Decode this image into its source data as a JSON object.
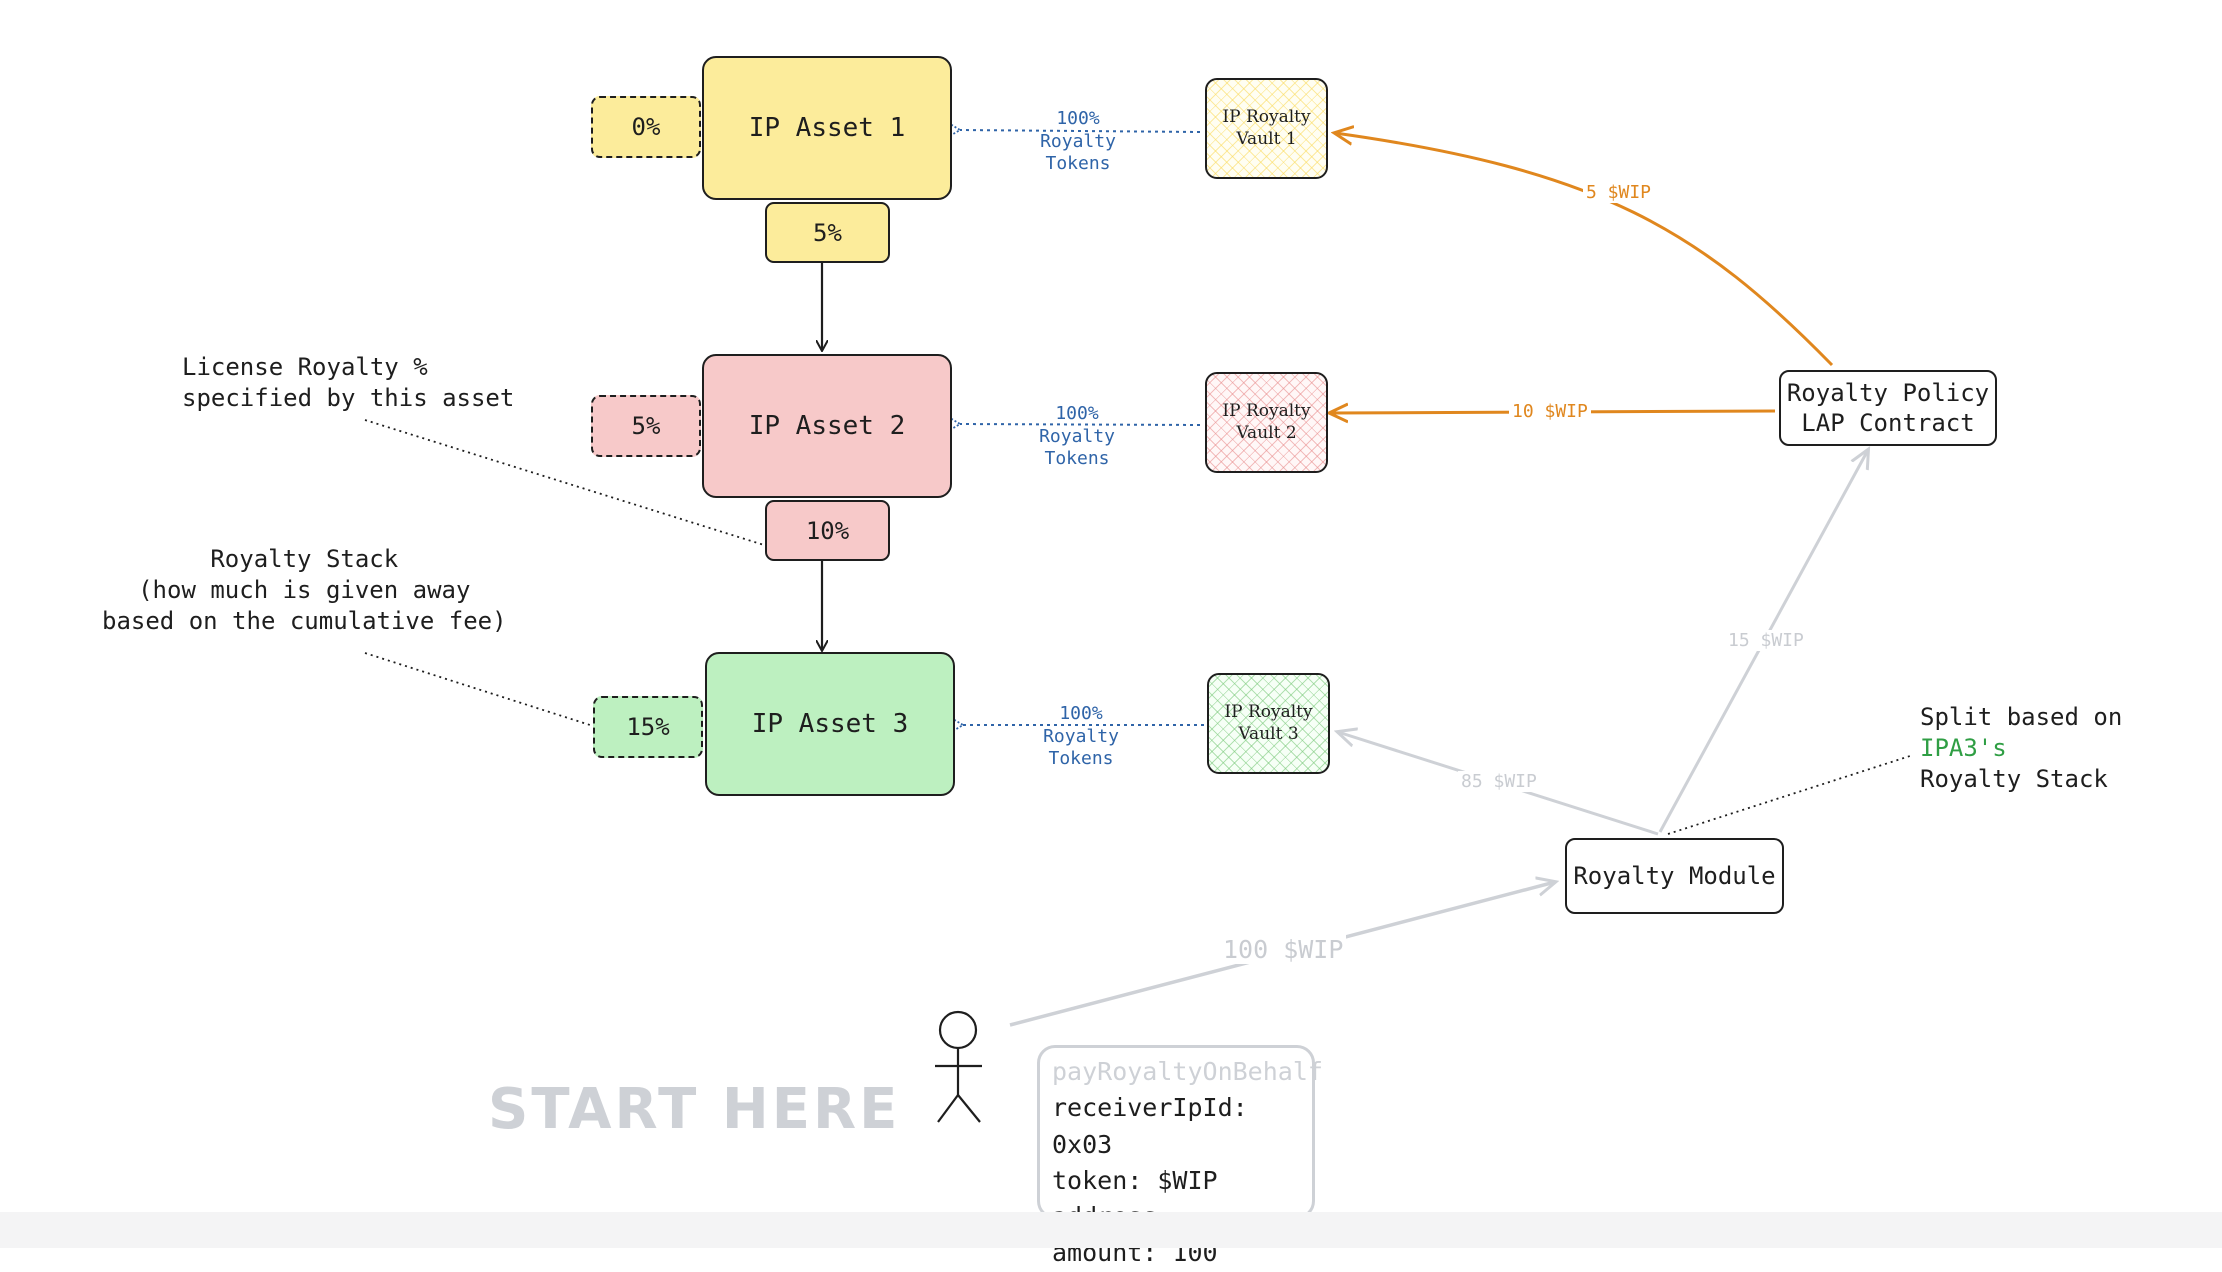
{
  "assets": [
    {
      "name": "IP Asset 1",
      "stack": "0%",
      "license": "5%",
      "fill": "#fcec9b"
    },
    {
      "name": "IP Asset 2",
      "stack": "5%",
      "license": "10%",
      "fill": "#f7c9c9"
    },
    {
      "name": "IP Asset 3",
      "stack": "15%",
      "fill": "#bdf0c0"
    }
  ],
  "vaults": [
    {
      "name": "IP Royalty\nVault 1",
      "tokens": "100%\nRoyalty Tokens"
    },
    {
      "name": "IP Royalty\nVault 2",
      "tokens": "100%\nRoyalty Tokens"
    },
    {
      "name": "IP Royalty\nVault 3",
      "tokens": "100%\nRoyalty Tokens"
    }
  ],
  "royalty_policy": {
    "label": "Royalty Policy\nLAP Contract"
  },
  "royalty_module": {
    "label": "Royalty Module"
  },
  "flows": {
    "to_vault_1": "5 $WIP",
    "to_vault_2": "10 $WIP",
    "to_policy": "15 $WIP",
    "to_vault_3": "85 $WIP",
    "to_module": "100 $WIP"
  },
  "annotations": {
    "license_note": "License Royalty %\nspecified by this asset",
    "stack_note": "Royalty Stack\n(how much is given away\nbased on the cumulative fee)",
    "split_prefix": "Split based on ",
    "split_highlight": "IPA3's",
    "split_suffix": "Royalty Stack"
  },
  "start_label": "START HERE",
  "call": {
    "title": "payRoyaltyOnBehalf",
    "receiver": "receiverIpId: 0x03",
    "token": "token: $WIP address",
    "amount": "amount: 100"
  },
  "colors": {
    "yellow": "#fcec9b",
    "red": "#f7c9c9",
    "green": "#bdf0c0",
    "orange": "#e0871e",
    "blue": "#2f64a8",
    "grey": "#ced1d6",
    "highlight_green": "#2f9e44"
  }
}
